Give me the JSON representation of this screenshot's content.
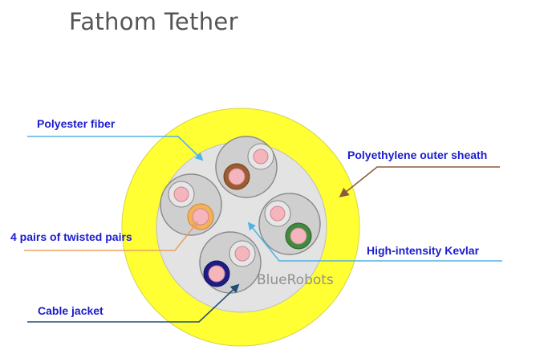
{
  "title": "Fathom Tether",
  "watermark": "BlueRobots",
  "labels": {
    "polyester_fiber": "Polyester fiber",
    "twisted_pairs": "4 pairs of twisted pairs",
    "cable_jacket": "Cable jacket",
    "outer_sheath": "Polyethylene outer sheath",
    "kevlar": "High-intensity Kevlar"
  },
  "colors": {
    "label_text": "#1b1bd0",
    "outer_sheath": "#ffff33",
    "kevlar_fill": "#e3e3e3",
    "pair_jacket": "#cfcfcf",
    "conductor": "#f4b6bc",
    "pair_orange": "#f5b05a",
    "pair_brown": "#9c5b30",
    "pair_green": "#3e8a3e",
    "pair_blue": "#1d1d8a",
    "leader_cyan": "#4fb4e6",
    "leader_brown": "#8b5a3c",
    "leader_orange": "#e9a060",
    "leader_navy": "#1f4f78"
  }
}
